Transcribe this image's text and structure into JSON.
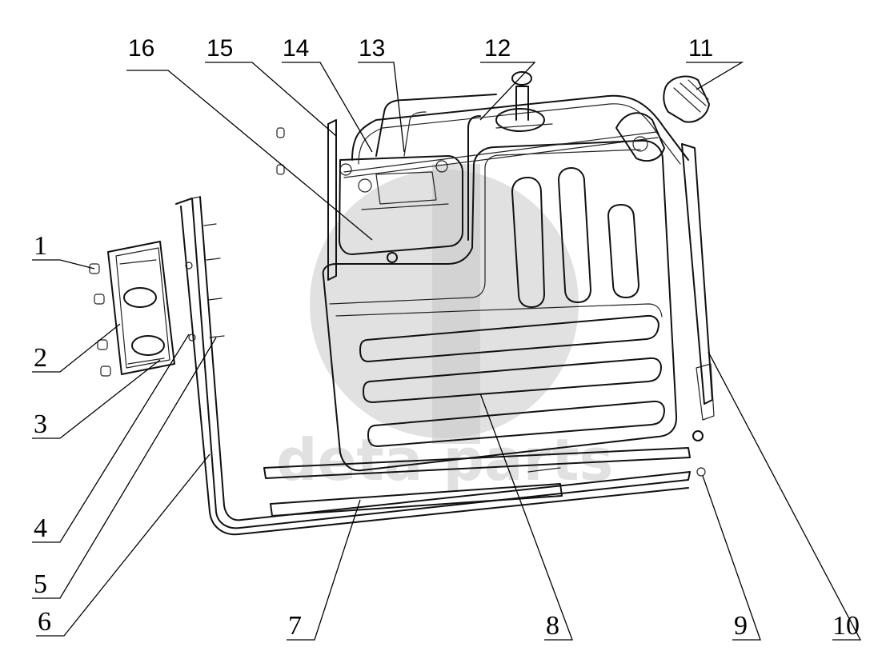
{
  "callouts": {
    "c1": "1",
    "c2": "2",
    "c3": "3",
    "c4": "4",
    "c5": "5",
    "c6": "6",
    "c7": "7",
    "c8": "8",
    "c9": "9",
    "c10": "10",
    "c11": "11",
    "c12": "12",
    "c13": "13",
    "c14": "14",
    "c15": "15",
    "c16": "16"
  },
  "watermark": {
    "text": "deta parts"
  }
}
